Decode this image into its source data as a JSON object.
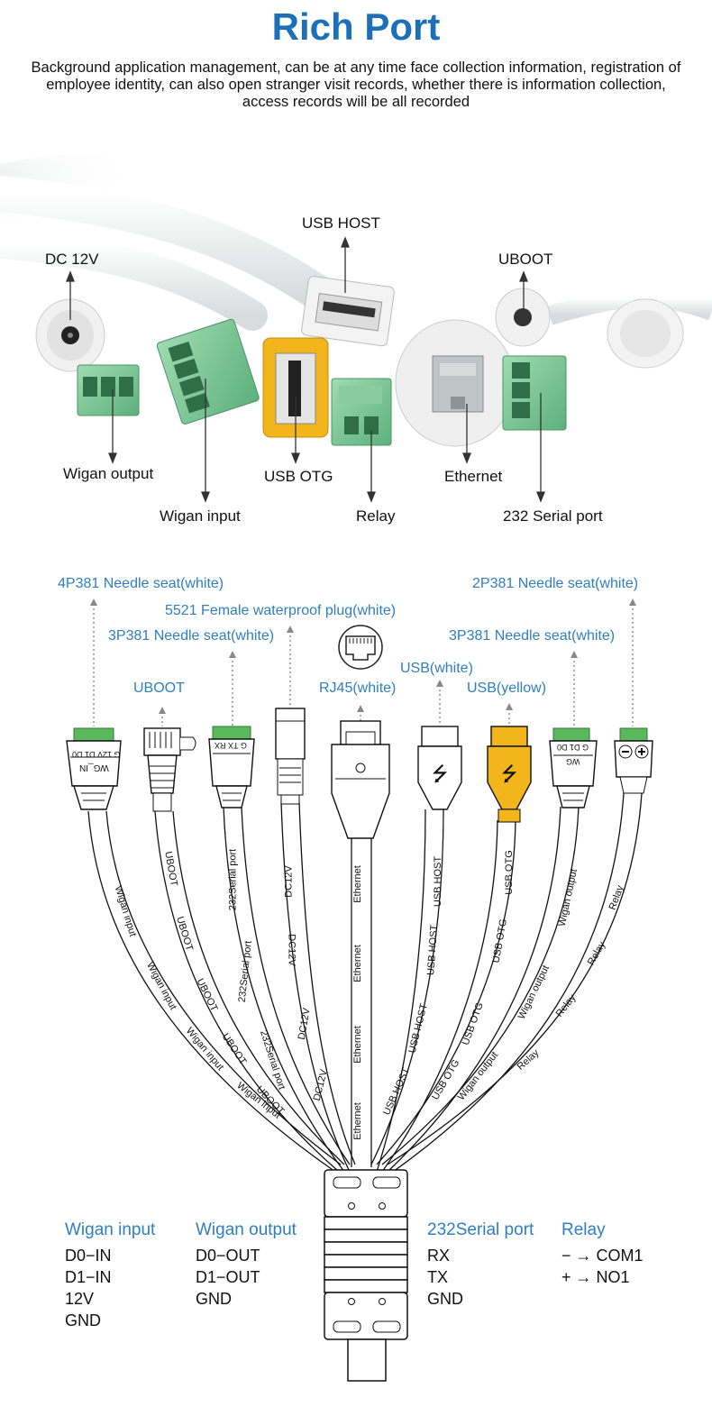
{
  "header": {
    "title": "Rich Port",
    "description": "Background application management, can be at any time face collection information, registration of employee identity, can also open stranger visit records, whether there is information collection, access records will be all recorded"
  },
  "photo_labels": {
    "dc12v": "DC 12V",
    "usb_host": "USB HOST",
    "uboot": "UBOOT",
    "wigan_output": "Wigan output",
    "usb_otg": "USB OTG",
    "ethernet": "Ethernet",
    "wigan_input": "Wigan input",
    "relay": "Relay",
    "serial_232": "232 Serial port"
  },
  "connector_labels": {
    "p4_381_white": "4P381 Needle seat(white)",
    "p2_381_white": "2P381 Needle seat(white)",
    "plug_5521": "5521 Female waterproof plug(white)",
    "p3_381_white_left": "3P381 Needle seat(white)",
    "p3_381_white_right": "3P381 Needle seat(white)",
    "usb_white": "USB(white)",
    "uboot": "UBOOT",
    "rj45_white": "RJ45(white)",
    "usb_yellow": "USB(yellow)"
  },
  "cable_labels": {
    "wigan_input": "Wigan input",
    "uboot": "UBOOT",
    "serial_232": "232Serial port",
    "dc12v": "DC12V",
    "ethernet": "Ethernet",
    "usb_host": "USB HOST",
    "usb_otg": "USB OTG",
    "wigan_output": "Wigan output",
    "relay": "Relay"
  },
  "connector_marks": {
    "wg_in_pins": "G 12V D1 D0",
    "wg_in": "WG_IN",
    "serial_pins": "G TX RX",
    "wg_out_pins": "G D1 D0",
    "wg_out": "WG"
  },
  "pinouts": [
    {
      "heading": "Wigan input",
      "lines": [
        "D0−IN",
        "D1−IN",
        "12V",
        "GND"
      ]
    },
    {
      "heading": "Wigan output",
      "lines": [
        "D0−OUT",
        "D1−OUT",
        "GND"
      ]
    },
    {
      "heading": "232Serial port",
      "lines": [
        "RX",
        "TX",
        "GND"
      ]
    },
    {
      "heading": "Relay",
      "lines": [
        "− → COM1",
        "+ → NO1"
      ]
    }
  ],
  "colors": {
    "title_blue": "#1d6fb8",
    "label_blue": "#2f7fbf",
    "terminal_green": "#7cc794",
    "usb_yellow": "#f2b51c"
  }
}
